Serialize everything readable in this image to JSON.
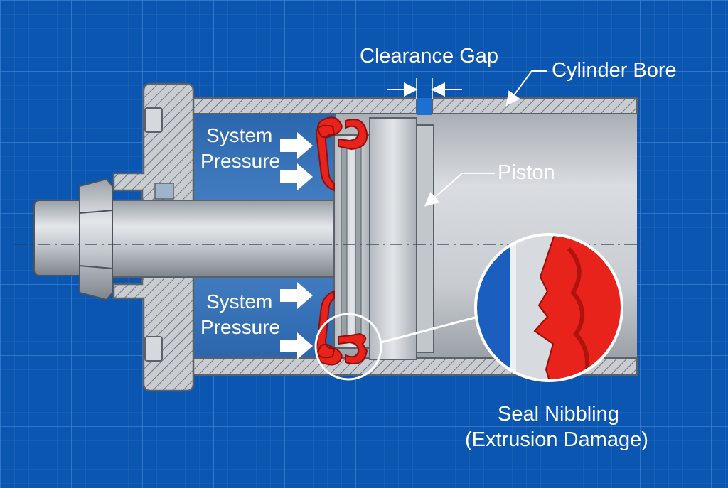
{
  "labels": {
    "clearance_gap": "Clearance Gap",
    "cylinder_bore": "Cylinder Bore",
    "piston": "Piston",
    "system_pressure_top_1": "System",
    "system_pressure_top_2": "Pressure",
    "system_pressure_bottom_1": "System",
    "system_pressure_bottom_2": "Pressure",
    "seal_nibbling_1": "Seal Nibbling",
    "seal_nibbling_2": "(Extrusion Damage)"
  },
  "colors": {
    "blueprint_background": "#0b56b0",
    "grid_line": "#3b7fd0",
    "steel_light": "#dcdfe3",
    "steel_mid": "#b7bcc2",
    "steel_dark": "#8a9097",
    "seal_red": "#e8231c",
    "fluid_blue": "#2a6cb8",
    "label_white": "#ffffff"
  }
}
